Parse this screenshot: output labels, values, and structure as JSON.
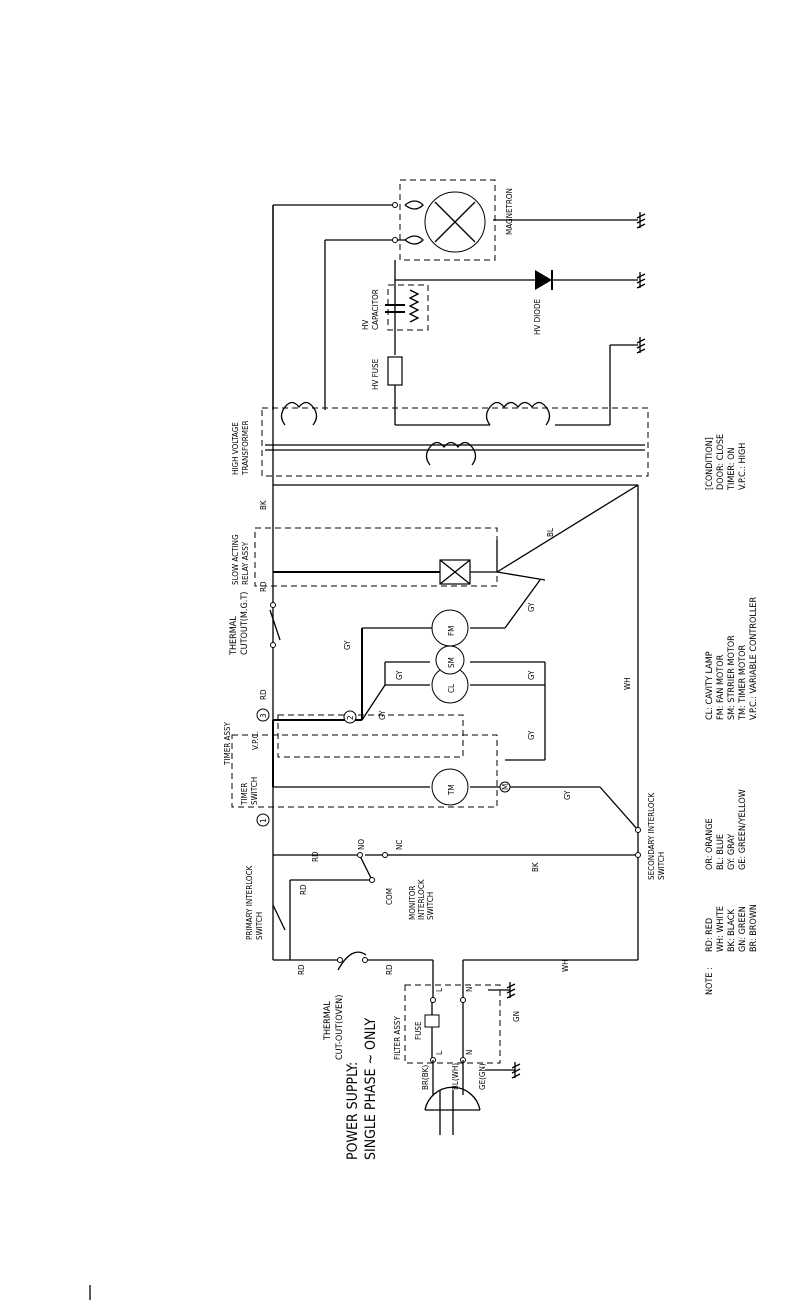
{
  "power_supply": {
    "line1": "POWER SUPPLY:",
    "line2": "SINGLE PHASE ~ ONLY"
  },
  "thermal_oven": {
    "line1": "THERMAL",
    "line2": "CUT-OUT(OVEN)"
  },
  "filter_assy": {
    "title": "FILTER ASSY",
    "fuse": "FUSE",
    "l": "L",
    "n": "N"
  },
  "plug": {
    "br": "BR(BK)",
    "bl": "BL(WH)",
    "ge": "GE(GN)"
  },
  "primary_interlock": {
    "line1": "PRIMARY INTERLOCK",
    "line2": "SWITCH"
  },
  "monitor_interlock": {
    "line1": "MONITOR",
    "line2": "INTERLOCK",
    "line3": "SWITCH",
    "com": "COM",
    "no": "NO",
    "nc": "NC"
  },
  "secondary_interlock": {
    "line1": "SECONDARY INTERLOCK",
    "line2": "SWITCH"
  },
  "timer_assy": {
    "title": "TIMER ASSY",
    "timer_switch_1": "TIMER",
    "timer_switch_2": "SWITCH",
    "vpc": "V.P.C.",
    "tm": "TM",
    "n1": "1",
    "n2": "2",
    "n3": "3",
    "nm": "M"
  },
  "thermal_mgt": {
    "line1": "THERMAL",
    "line2": "CUTOUT(M.G.T)"
  },
  "relay": {
    "line1": "SLOW ACTING",
    "line2": "RELAY ASSY"
  },
  "transformer": {
    "line1": "HIGH VOLTAGE",
    "line2": "TRANSFORMER"
  },
  "hv_fuse": "HV FUSE",
  "hv_capacitor": {
    "line1": "HV",
    "line2": "CAPACITOR"
  },
  "hv_diode": "HV DIODE",
  "magnetron": "MAGNETRON",
  "motors": {
    "cl": "CL",
    "sm": "SM",
    "fm": "FM"
  },
  "wire_labels": {
    "rd": "RD",
    "bk": "BK",
    "wh": "WH",
    "gy": "GY",
    "bl": "BL",
    "gn": "GN"
  },
  "note_title": "NOTE :",
  "color_notes": [
    "RD: RED",
    "WH: WHITE",
    "BK: BLACK",
    "GN: GREEN",
    "BR: BROWN"
  ],
  "color_notes2": [
    "OR: ORANGE",
    "BL: BLUE",
    "GY: GRAY",
    "GE: GREEN/YELLOW"
  ],
  "abbrev_notes": [
    "CL: CAVITY LAMP",
    "FM: FAN MOTOR",
    "SM: STRRIER MOTOR",
    "TM: TIMER MOTOR",
    "V.P.C.: VARIABLE CONTROLLER"
  ],
  "condition": [
    "[CONDITION]",
    "DOOR: CLOSE",
    "TIMER: ON",
    "V.P.C.: HIGH"
  ]
}
